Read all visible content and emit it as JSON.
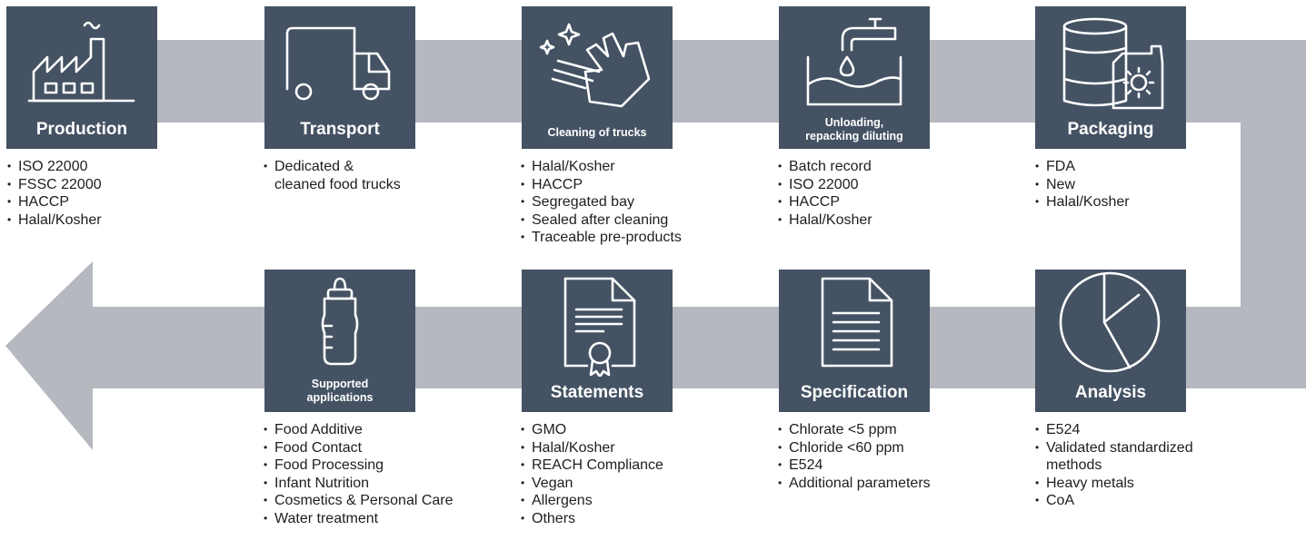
{
  "steps": [
    {
      "title": "Production",
      "icon": "factory-icon",
      "items": [
        "ISO 22000",
        "FSSC 22000",
        "HACCP",
        "Halal/Kosher"
      ]
    },
    {
      "title": "Transport",
      "icon": "truck-icon",
      "items": [
        "Dedicated &",
        "cleaned food trucks"
      ]
    },
    {
      "title": "Cleaning of trucks",
      "icon": "cleaning-hand-icon",
      "items": [
        "Halal/Kosher",
        "HACCP",
        "Segregated bay",
        "Sealed after cleaning",
        "Traceable pre-products"
      ]
    },
    {
      "title": "Unloading,\nrepacking  diluting",
      "title_line1": "Unloading,",
      "title_line2": "repacking  diluting",
      "icon": "tap-basin-icon",
      "items": [
        "Batch record",
        "ISO 22000",
        "HACCP",
        "Halal/Kosher"
      ]
    },
    {
      "title": "Packaging",
      "icon": "barrel-canister-icon",
      "items": [
        "FDA",
        "New",
        "Halal/Kosher"
      ]
    },
    {
      "title": "Analysis",
      "icon": "pie-chart-icon",
      "items": [
        "E524",
        "Validated standardized",
        "methods",
        "Heavy metals",
        "CoA"
      ]
    },
    {
      "title": "Specification",
      "icon": "document-icon",
      "items": [
        "Chlorate <5 ppm",
        "Chloride <60 ppm",
        "E524",
        "Additional parameters"
      ]
    },
    {
      "title": "Statements",
      "icon": "certificate-icon",
      "items": [
        "GMO",
        "Halal/Kosher",
        "REACH Compliance",
        "Vegan",
        "Allergens",
        "Others"
      ]
    },
    {
      "title_line1": "Supported",
      "title_line2": "applications",
      "icon": "baby-bottle-icon",
      "items": [
        "Food Additive",
        "Food Contact",
        "Food Processing",
        "Infant Nutrition",
        "Cosmetics & Personal Care",
        "Water treatment"
      ]
    }
  ],
  "colors": {
    "tile": "#445263",
    "arrow": "#b5b8bf",
    "text": "#1e1e1e"
  }
}
